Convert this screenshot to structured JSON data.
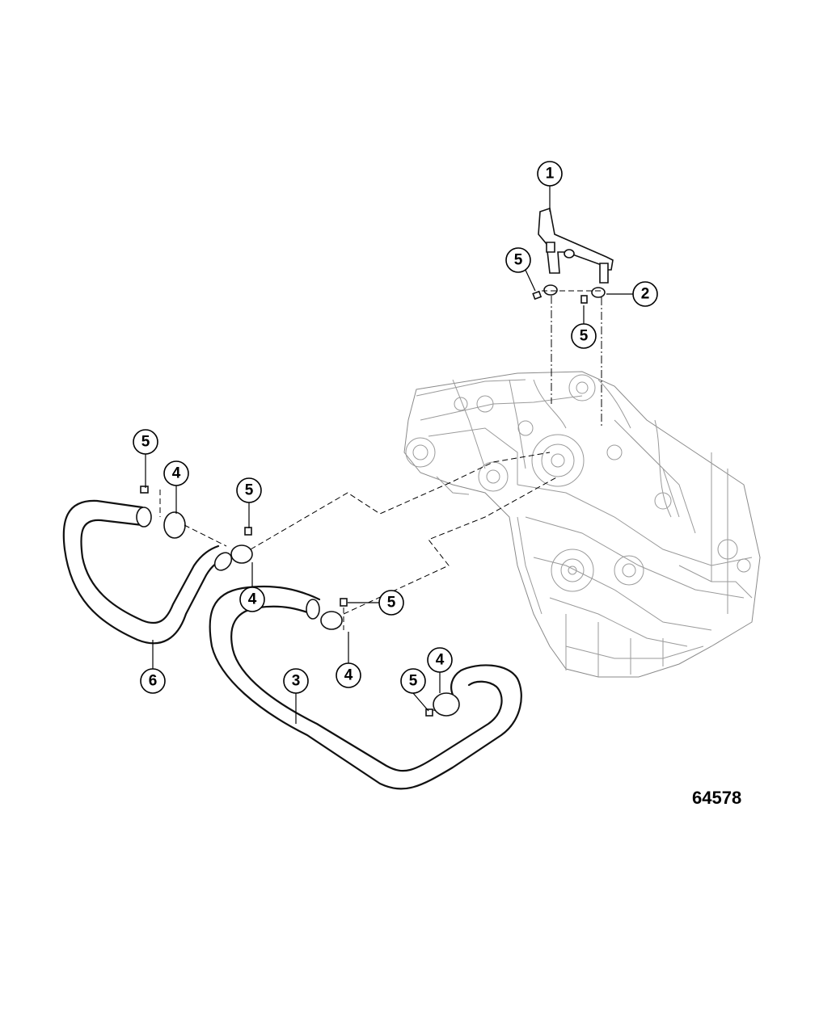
{
  "figure_number": "64578",
  "callouts": [
    {
      "id": "callout-1-top",
      "label": "1"
    },
    {
      "id": "callout-2",
      "label": "2"
    },
    {
      "id": "callout-5-a",
      "label": "5"
    },
    {
      "id": "callout-5-b",
      "label": "5"
    },
    {
      "id": "callout-5-c",
      "label": "5"
    },
    {
      "id": "callout-4-a",
      "label": "4"
    },
    {
      "id": "callout-5-d",
      "label": "5"
    },
    {
      "id": "callout-4-b",
      "label": "4"
    },
    {
      "id": "callout-6",
      "label": "6"
    },
    {
      "id": "callout-5-e",
      "label": "5"
    },
    {
      "id": "callout-4-c",
      "label": "4"
    },
    {
      "id": "callout-3",
      "label": "3"
    },
    {
      "id": "callout-5-f",
      "label": "5"
    },
    {
      "id": "callout-4-d",
      "label": "4"
    }
  ]
}
